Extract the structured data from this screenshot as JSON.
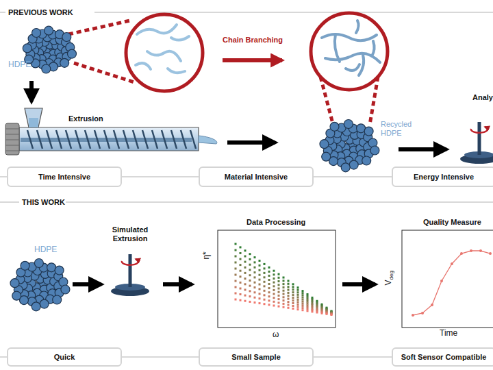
{
  "diagram": {
    "nodes": [
      {
        "text": [
          "Time Intensive"
        ]
      },
      {
        "text": [
          "Material Intensive"
        ]
      },
      {
        "text": [
          "Energy Intensive"
        ]
      },
      {
        "text": [
          "Quick"
        ]
      },
      {
        "text": [
          "Small Sample"
        ]
      },
      {
        "text": [
          "Soft Sensor Compatible"
        ]
      }
    ],
    "labels": [
      "PREVIOUS WORK",
      "HDPE",
      "Chain Branching",
      "Extrusion",
      "Recycled HDPE",
      "Analy",
      "THIS WORK",
      "HDPE",
      "Simulated Extrusion",
      "Data Processing",
      "Quality Measure",
      "η*",
      "ω",
      "V",
      "deg",
      "Time"
    ]
  }
}
